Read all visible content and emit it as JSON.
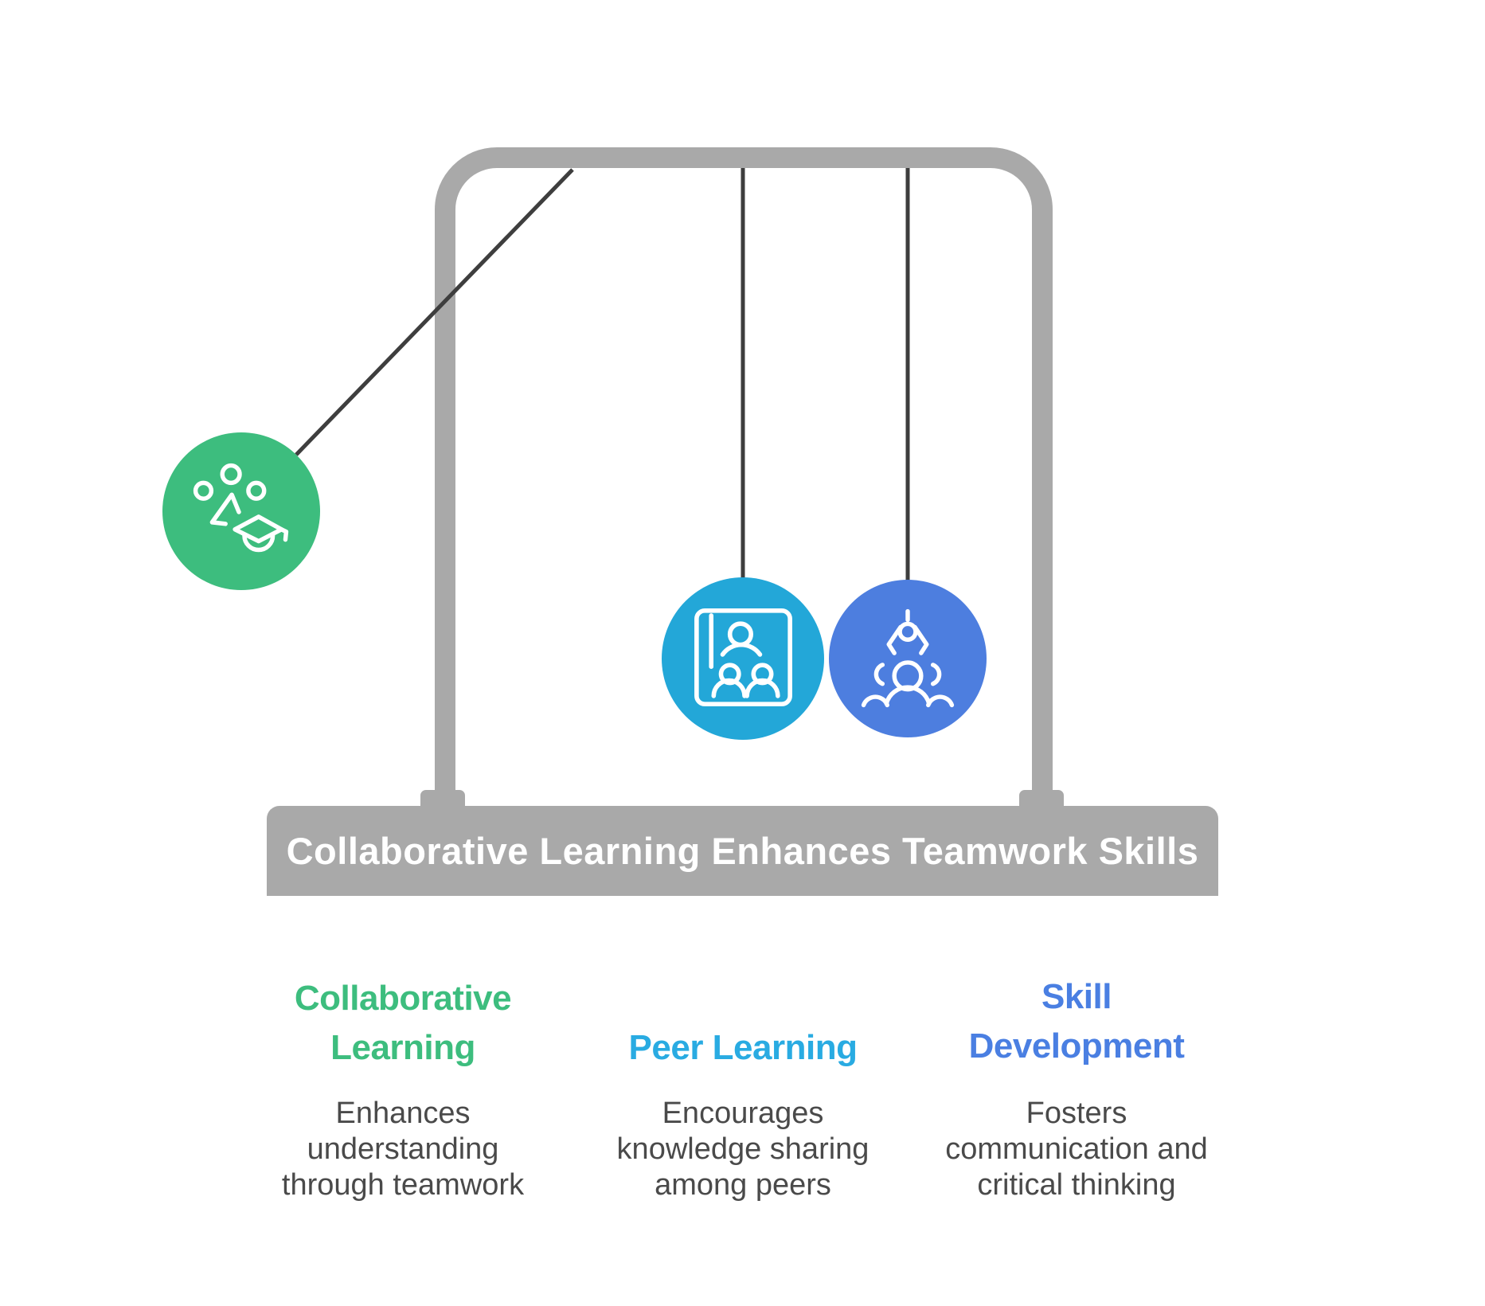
{
  "banner": {
    "title": "Collaborative Learning Enhances Teamwork Skills"
  },
  "columns": [
    {
      "id": "collaborative-learning",
      "heading_lines": [
        "Collaborative",
        "Learning"
      ],
      "body_lines": [
        "Enhances",
        "understanding",
        "through teamwork"
      ],
      "accent_color": "#3dbd7e",
      "icon": "graduation-cap-group-icon"
    },
    {
      "id": "peer-learning",
      "heading_lines": [
        "Peer Learning"
      ],
      "body_lines": [
        "Encourages",
        "knowledge sharing",
        "among peers"
      ],
      "accent_color": "#29abe2",
      "icon": "book-group-icon"
    },
    {
      "id": "skill-development",
      "heading_lines": [
        "Skill",
        "Development"
      ],
      "body_lines": [
        "Fosters",
        "communication and",
        "critical thinking"
      ],
      "accent_color": "#4a7fe2",
      "icon": "claw-person-icon"
    }
  ],
  "colors": {
    "frame_gray": "#a9a9a9",
    "string_dark": "#3e3e3e",
    "ball_green": "#3dbd7e",
    "ball_cyan": "#23a7d8",
    "ball_blue": "#4d7edf",
    "banner_text": "#ffffff",
    "body_text": "#4a4a4a",
    "background": "#ffffff"
  }
}
